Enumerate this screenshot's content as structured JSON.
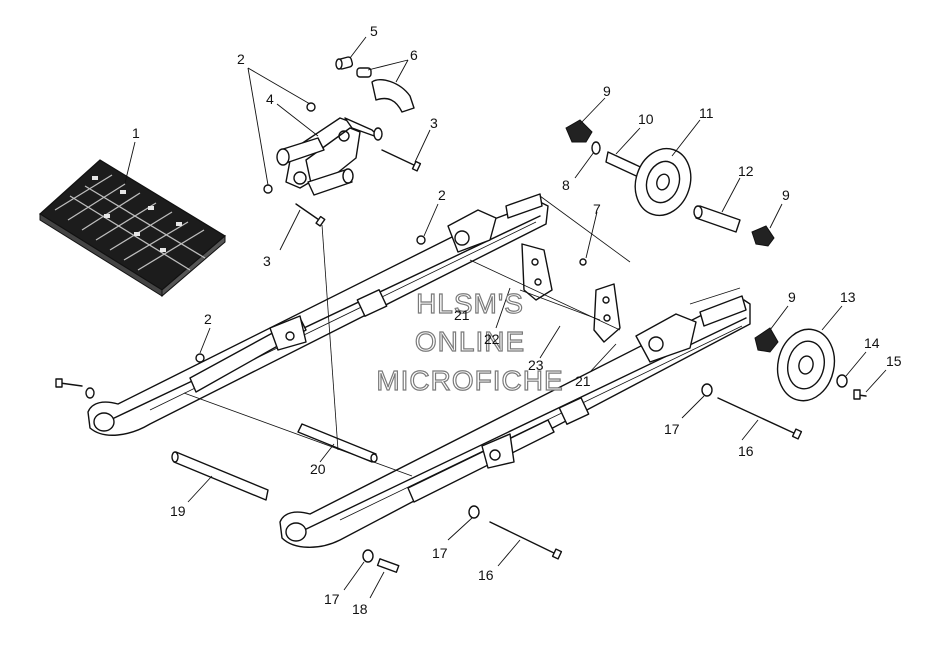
{
  "watermark": {
    "line1": "HLSM'S",
    "line2": "ONLINE",
    "line3": "MICROFICHE"
  },
  "callouts": {
    "c1": "1",
    "c2a": "2",
    "c2b": "2",
    "c2c": "2",
    "c3a": "3",
    "c3b": "3",
    "c4": "4",
    "c5": "5",
    "c6": "6",
    "c7": "7",
    "c8": "8",
    "c9a": "9",
    "c9b": "9",
    "c9c": "9",
    "c10": "10",
    "c11": "11",
    "c12": "12",
    "c13": "13",
    "c14": "14",
    "c15": "15",
    "c16a": "16",
    "c16b": "16",
    "c17a": "17",
    "c17b": "17",
    "c17c": "17",
    "c18": "18",
    "c19": "19",
    "c20": "20",
    "c21a": "21",
    "c21b": "21",
    "c22": "22",
    "c23": "23"
  }
}
